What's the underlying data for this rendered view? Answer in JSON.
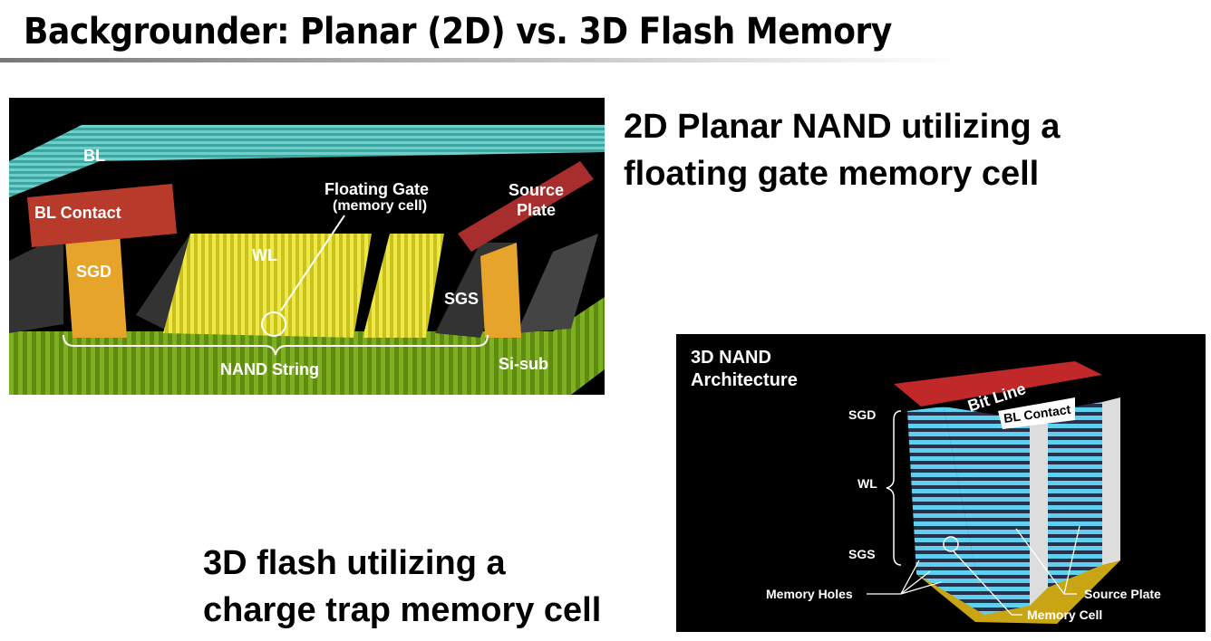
{
  "slide": {
    "title": "Backgrounder:  Planar (2D) vs. 3D Flash Memory",
    "caption_2d": [
      "2D Planar NAND utilizing a",
      "floating gate memory cell"
    ],
    "caption_3d": [
      "3D flash utilizing a",
      "charge trap memory cell"
    ]
  },
  "diagram_2d": {
    "labels": {
      "bl": "BL",
      "bl_contact": "BL Contact",
      "floating_gate": "Floating Gate",
      "memory_cell": "(memory cell)",
      "source": "Source",
      "plate": "Plate",
      "sgd": "SGD",
      "wl": "WL",
      "sgs": "SGS",
      "nand_string": "NAND String",
      "si_sub": "Si-sub"
    }
  },
  "diagram_3d": {
    "title": [
      "3D NAND",
      "Architecture"
    ],
    "labels": {
      "bit_line": "Bit Line",
      "bl_contact": "BL Contact",
      "sgd": "SGD",
      "wl": "WL",
      "sgs": "SGS",
      "memory_holes": "Memory Holes",
      "source_plate": "Source Plate",
      "memory_cell": "Memory Cell"
    }
  }
}
